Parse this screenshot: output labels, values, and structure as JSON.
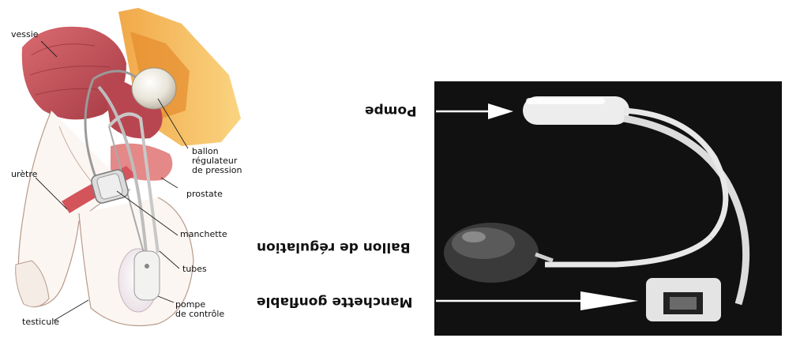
{
  "anatomy": {
    "labels": {
      "vessie": "vessie",
      "urethre": "urètre",
      "testicule": "testicule",
      "ballon_1": "ballon",
      "ballon_2": "régulateur",
      "ballon_3": "de pression",
      "prostate": "prostate",
      "manchette": "manchette",
      "tubes": "tubes",
      "pompe_1": "pompe",
      "pompe_2": "de contrôle"
    }
  },
  "device_photo": {
    "labels": {
      "pompe": "Pompe",
      "ballon": "Ballon de régulation",
      "manchette": "Manchette gonflable"
    }
  },
  "colors": {
    "muscle_red": "#c8505a",
    "tissue_orange": "#e8a040",
    "fat_yellow": "#f5c860",
    "prostate_pink": "#e89090",
    "photo_bg": "#161616"
  }
}
